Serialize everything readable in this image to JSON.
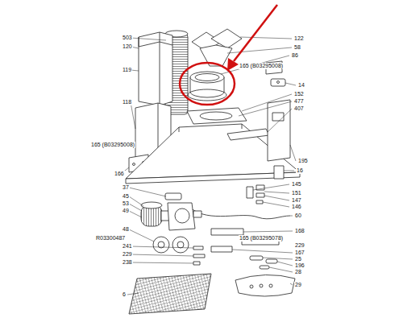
{
  "diagram": {
    "labels": [
      "503",
      "120",
      "119",
      "118",
      "165 (B03295008)",
      "166",
      "37",
      "45",
      "53",
      "49",
      "48",
      "R03300487",
      "241",
      "229",
      "238",
      "6",
      "122",
      "58",
      "86",
      "165 (B03295008)",
      "14",
      "152",
      "477",
      "407",
      "195",
      "16",
      "145",
      "151",
      "147",
      "146",
      "60",
      "168",
      "165 (B03295078)",
      "229",
      "167",
      "25",
      "196",
      "28",
      "29"
    ]
  }
}
